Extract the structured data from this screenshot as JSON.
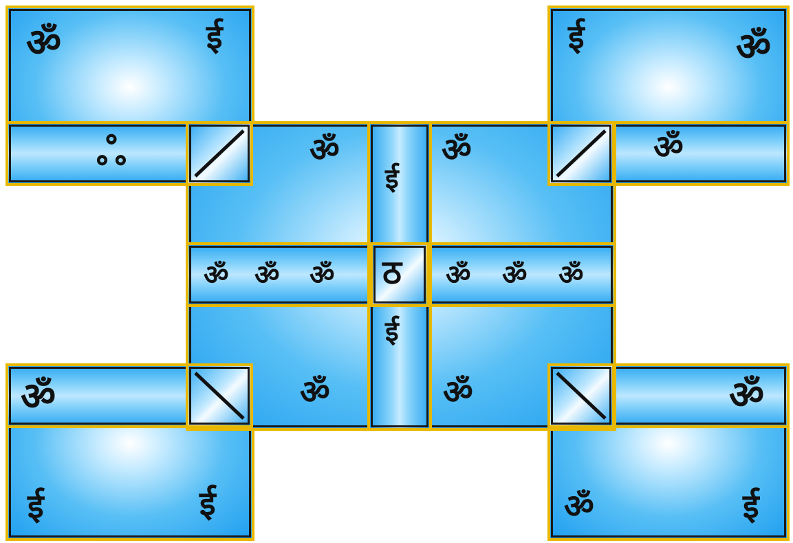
{
  "corner_panels": {
    "top_left": {
      "glyphs": [
        "ॐ",
        "ई",
        "ஃ"
      ]
    },
    "top_right": {
      "glyphs": [
        "ई",
        "ॐ",
        "ॐ"
      ]
    },
    "bottom_left": {
      "glyphs": [
        "ॐ",
        "ई",
        "ई"
      ]
    },
    "bottom_right": {
      "glyphs": [
        "ॐ",
        "ॐ",
        "ई"
      ]
    }
  },
  "center": {
    "top_band_left_glyph": "ॐ",
    "top_band_right_glyph": "ॐ",
    "vertical_top_glyph": "ई",
    "vertical_bottom_glyph": "ई",
    "center_glyph": "ठ",
    "left_band_glyphs": [
      "ॐ",
      "ॐ",
      "ॐ"
    ],
    "right_band_glyphs": [
      "ॐ",
      "ॐ",
      "ॐ"
    ],
    "bottom_band_left_glyph": "ॐ",
    "bottom_band_right_glyph": "ॐ"
  },
  "palette": {
    "gold": "#e8b800",
    "blue": "#1f9ff0",
    "light": "#ffffff",
    "ink": "#111111"
  }
}
